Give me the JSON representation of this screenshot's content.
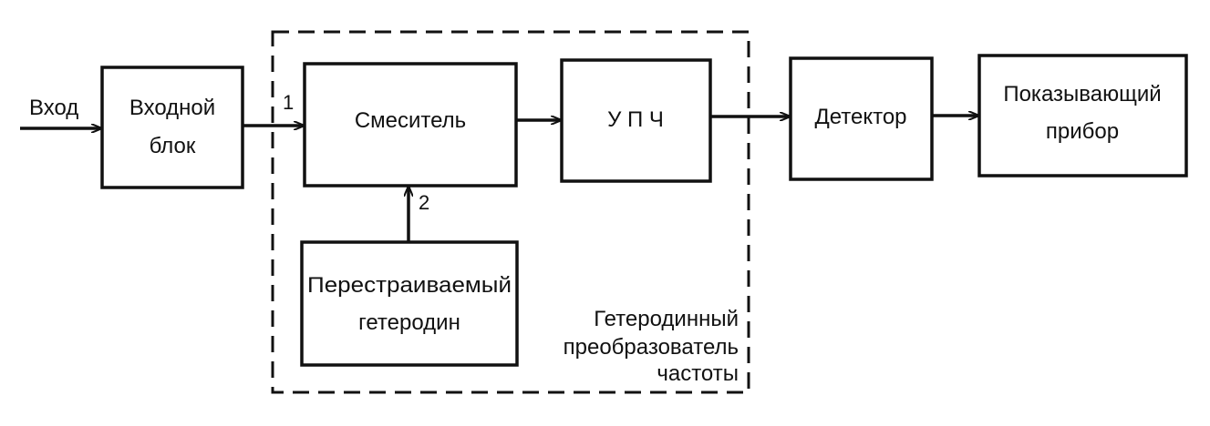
{
  "diagram": {
    "input_label": "Вход",
    "blocks": {
      "input_block": [
        "Входной",
        "блок"
      ],
      "mixer": [
        "Смеситель"
      ],
      "if_amp": [
        "У П Ч"
      ],
      "detector": [
        "Детектор"
      ],
      "indicator": [
        "Показывающий",
        "прибор"
      ],
      "oscillator": [
        "Перестраиваемый",
        "гетеродин"
      ]
    },
    "port_labels": {
      "mixer_input_1": "1",
      "mixer_input_2": "2"
    },
    "group_label": [
      "Гетеродинный",
      "преобразователь",
      "частоты"
    ]
  }
}
